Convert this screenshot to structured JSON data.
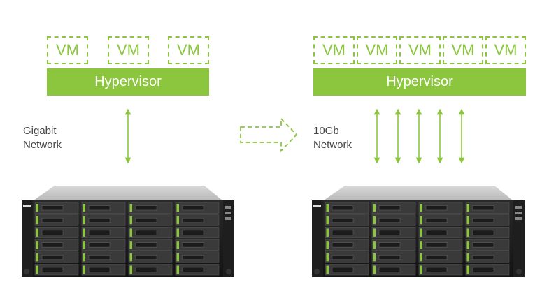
{
  "colors": {
    "accent": "#8cc63f",
    "label_text": "#444444",
    "background": "#ffffff"
  },
  "left": {
    "vms": [
      "VM",
      "VM",
      "VM"
    ],
    "hypervisor": "Hypervisor",
    "network_label_line1": "Gigabit",
    "network_label_line2": "Network"
  },
  "right": {
    "vms": [
      "VM",
      "VM",
      "VM",
      "VM",
      "VM"
    ],
    "hypervisor": "Hypervisor",
    "network_label_line1": "10Gb",
    "network_label_line2": "Network"
  },
  "icons": {
    "transition": "dashed-arrow-right-icon",
    "link": "double-arrow-icon",
    "storage": "rackmount-storage-server-icon"
  }
}
